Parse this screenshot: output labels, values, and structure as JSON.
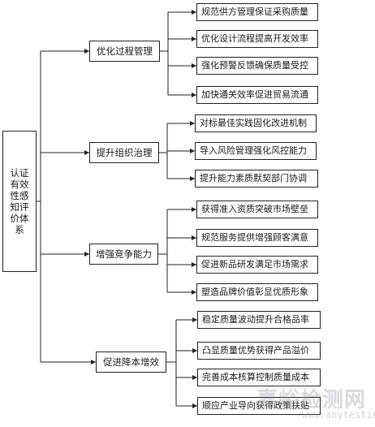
{
  "root": {
    "label": "认证有效性感知评价体系"
  },
  "branches": [
    {
      "label": "优化过程管理",
      "items": [
        "规范供方管理保证采购质量",
        "优化设计流程提高开发效率",
        "强化预警反馈确保质量受控",
        "加快通关效率促进贸易流通"
      ]
    },
    {
      "label": "提升组织治理",
      "items": [
        "对标最佳实践固化改进机制",
        "导入风险管理强化风控能力",
        "提升能力素质默契部门协调"
      ]
    },
    {
      "label": "增强竞争能力",
      "items": [
        "获得准入资质突破市场壁垒",
        "规范服务提供增强顾客满意",
        "促进新品研发满足市场需求",
        "塑造品牌价值彰显优质形象"
      ]
    },
    {
      "label": "促进降本增效",
      "items": [
        "稳定质量波动提升合格品率",
        "凸显质量优势获得产品溢价",
        "完善成本核算控制质量成本",
        "顺应产业导向获得政策扶贴"
      ]
    }
  ],
  "watermark": {
    "text": "嘉峪检测网",
    "subtext": "www.anytesting.com"
  }
}
